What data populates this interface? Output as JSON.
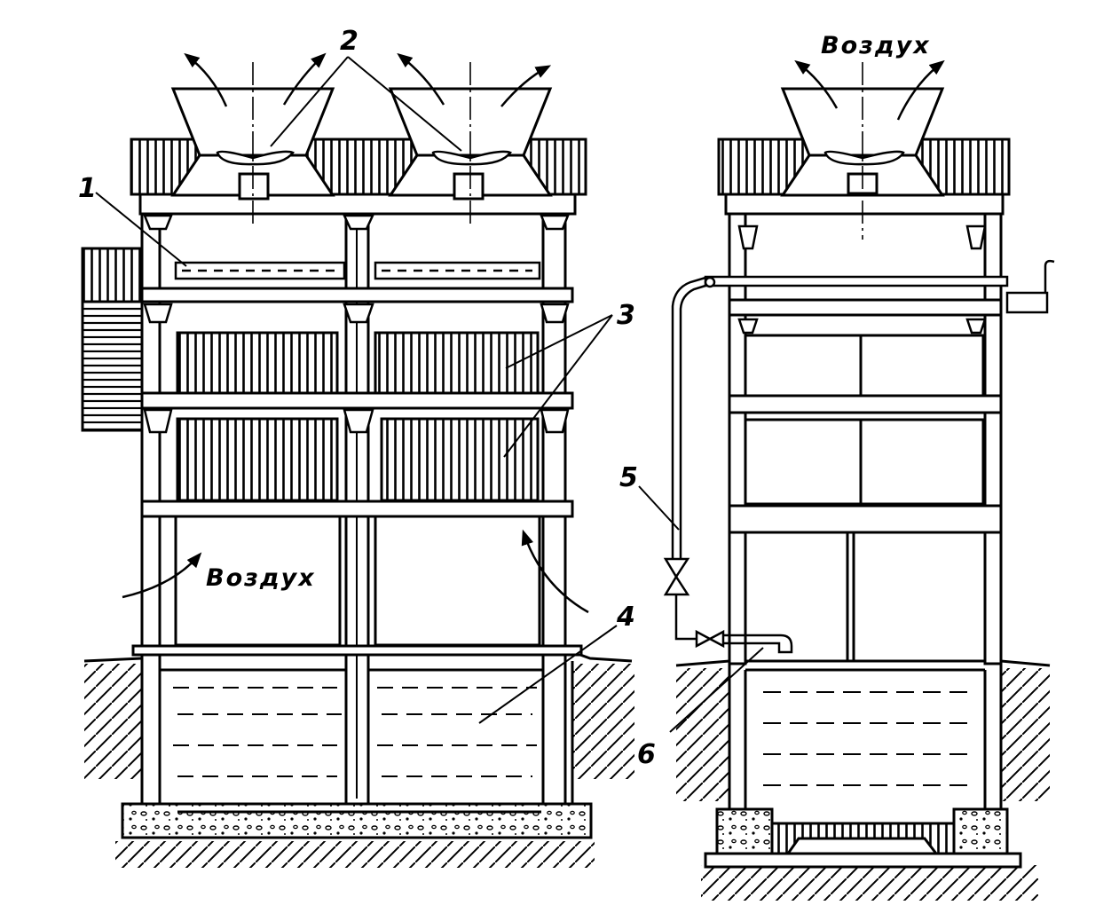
{
  "labels": {
    "n1": "1",
    "n2": "2",
    "n3": "3",
    "n4": "4",
    "n5": "5",
    "n6": "6",
    "air_left": "Воздух",
    "air_right": "Воздух"
  }
}
